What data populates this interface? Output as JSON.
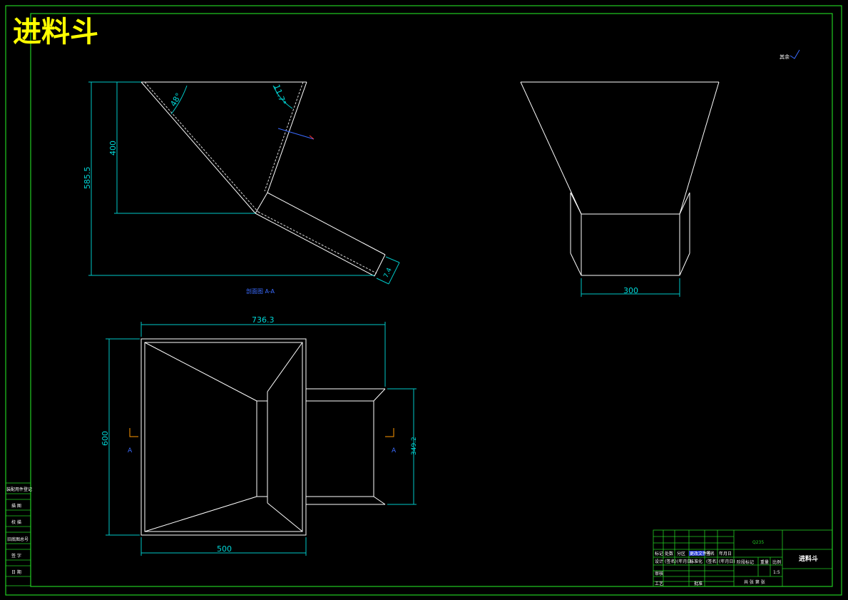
{
  "drawing": {
    "title": "进料斗",
    "section_label": "剖面图 A-A",
    "section_marks": [
      "A",
      "A"
    ],
    "top_right_note": "其余"
  },
  "dimensions": {
    "overall_height": "585.5",
    "hopper_height": "400",
    "angle_left": "48°",
    "angle_right": "11.7°",
    "outlet_thickness": "7.4",
    "front_width": "300",
    "plan_width": "736.3",
    "plan_depth": "600",
    "plan_base": "500",
    "outlet_width": "349.2"
  },
  "side_column": {
    "labels": [
      "装配用件登记",
      "描 图",
      "校 描",
      "旧底图总号",
      "签 字",
      "日 期"
    ]
  },
  "title_block": {
    "material": "Q235",
    "part_name": "进料斗",
    "row_labels": [
      "标记",
      "处数",
      "分区",
      "更改文件号",
      "签名",
      "年月日"
    ],
    "row2_labels": [
      "设计",
      "(签名)",
      "(年月日)",
      "标准化",
      "(签名)",
      "(年月日)"
    ],
    "stage_labels": [
      "阶段标记",
      "重量",
      "比例"
    ],
    "scale": "1:5",
    "review_label": "审核",
    "process_label": "工艺",
    "approve_label": "批准",
    "sheet_label": "共  张  第  张"
  },
  "colors": {
    "frame": "#22cc22",
    "geometry": "#ffffff",
    "dimension": "#00c8c8",
    "title": "#ffff00",
    "annotation": "#3a6bff"
  }
}
